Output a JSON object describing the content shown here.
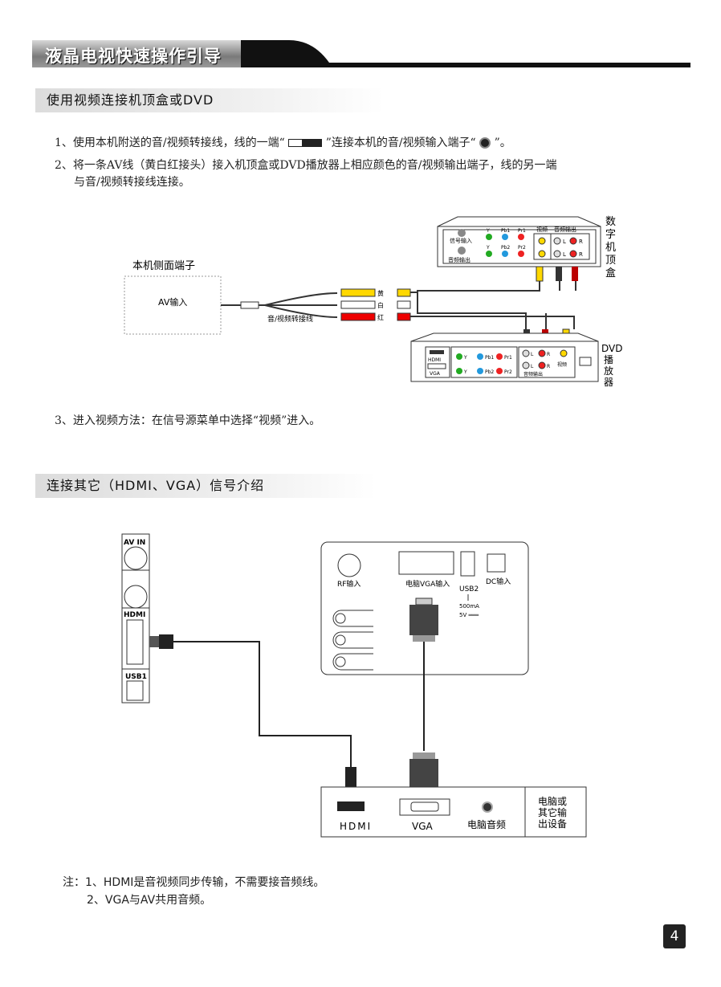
{
  "header": {
    "title": "液晶电视快速操作引导"
  },
  "section1": {
    "title": "使用视频连接机顶盒或DVD",
    "step1a": "1、使用本机附送的音/视频转接线，线的一端“",
    "step1b": "”连接本机的音/视频输入端子“",
    "step1c": "”。",
    "step2a": "2、将一条AV线（黄白红接头）接入机顶盒或DVD播放器上相应颜色的音/视频输出端子，线的另一端",
    "step2b": "与音/视频转接线连接。",
    "step3": "3、进入视频方法：在信号源菜单中选择“视频”进入。"
  },
  "diagram1": {
    "side_terminal": "本机侧面端子",
    "av_input": "AV输入",
    "cable": "音/视频转接线",
    "yellow": "黄",
    "white": "白",
    "red": "红",
    "stb": {
      "signal_in": "信号输入",
      "audio_out": "音频输出",
      "y": "Y",
      "pb1": "Pb1",
      "pr1": "Pr1",
      "pb2": "Pb2",
      "pr2": "Pr2",
      "video": "视频",
      "audio_out2": "音频输出",
      "l": "L",
      "r": "R",
      "name": [
        "数",
        "字",
        "机",
        "顶",
        "盒"
      ]
    },
    "dvd": {
      "hdmi": "HDMI",
      "vga": "VGA",
      "y": "Y",
      "pb1": "Pb1",
      "pr1": "Pr1",
      "pb2": "Pb2",
      "pr2": "Pr2",
      "l": "L",
      "r": "R",
      "video": "视频",
      "audio_out": "音频输出",
      "name": [
        "DVD",
        "播",
        "放",
        "器"
      ]
    }
  },
  "section2": {
    "title": "连接其它（HDMI、VGA）信号介绍"
  },
  "diagram2": {
    "side": {
      "av_in": "AV IN",
      "hdmi": "HDMI",
      "usb1": "USB1"
    },
    "rear": {
      "rf": "RF输入",
      "vga": "电脑VGA输入",
      "usb2": "USB2",
      "usb_current": "500mA",
      "usb_voltage": "5V ═══",
      "dc": "DC输入"
    },
    "pc": {
      "hdmi": "HDMI",
      "vga": "VGA",
      "audio": "电脑音频",
      "name": [
        "电脑或",
        "其它输",
        "出设备"
      ]
    }
  },
  "notes": {
    "n1": "注：1、HDMI是音视频同步传输，不需要接音频线。",
    "n2": "2、VGA与AV共用音频。"
  },
  "page_number": "4"
}
